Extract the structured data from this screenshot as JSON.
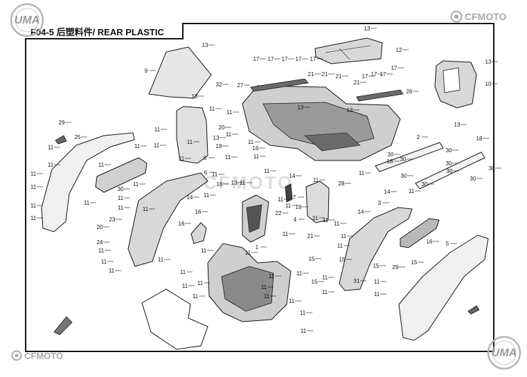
{
  "title": "F04-5 后塑料件/ REAR PLASTIC",
  "logos": {
    "uma": "UMA",
    "cfmoto": "CFMOTO",
    "watermark": "CFMOTO"
  },
  "callouts": [
    "13",
    "12",
    "9",
    "13",
    "32",
    "13",
    "10",
    "13",
    "13",
    "17",
    "17",
    "17",
    "17",
    "17",
    "21",
    "21",
    "21",
    "21",
    "17",
    "17",
    "17",
    "17",
    "27",
    "26",
    "11",
    "11",
    "11",
    "13",
    "13",
    "29",
    "25",
    "11",
    "11",
    "11",
    "11",
    "11",
    "11",
    "11",
    "11",
    "11",
    "11",
    "11",
    "11",
    "20",
    "13",
    "19",
    "8",
    "11",
    "11",
    "11",
    "11",
    "16",
    "11",
    "11",
    "2",
    "18",
    "18",
    "30",
    "30",
    "30",
    "30",
    "30",
    "30",
    "30",
    "30",
    "30",
    "30",
    "11",
    "11",
    "11",
    "11",
    "6",
    "11",
    "11",
    "14",
    "16",
    "14",
    "11",
    "28",
    "13",
    "7",
    "11",
    "11",
    "19",
    "16",
    "16",
    "22",
    "4",
    "23",
    "20",
    "11",
    "11",
    "11",
    "3",
    "14",
    "14",
    "16",
    "5",
    "24",
    "11",
    "11",
    "11",
    "11",
    "11",
    "11",
    "11",
    "11",
    "11",
    "11",
    "21",
    "15",
    "15",
    "15",
    "15",
    "1",
    "11",
    "11",
    "11",
    "11",
    "11",
    "11",
    "11",
    "11",
    "11",
    "11",
    "11",
    "11",
    "11",
    "11",
    "31",
    "15",
    "29",
    "11",
    "11"
  ],
  "colors": {
    "line": "#111111",
    "fill_part": "#d8d8d8",
    "fill_dark": "#6a6a6a",
    "watermark": "#cfcfcf",
    "logo_gray": "#a9a9a9"
  }
}
